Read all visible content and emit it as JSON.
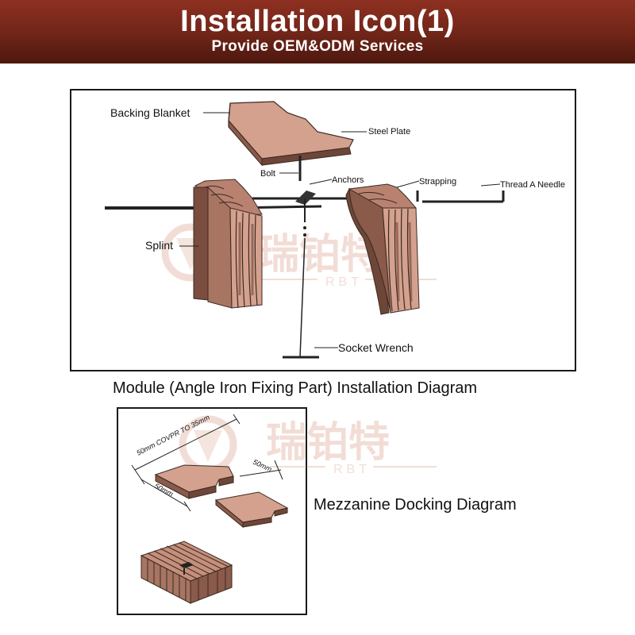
{
  "header": {
    "title": "Installation Icon(1)",
    "subtitle": "Provide OEM&ODM Services"
  },
  "module_diagram": {
    "labels": {
      "backing_blanket": "Backing Blanket",
      "steel_plate": "Steel Plate",
      "bolt": "Bolt",
      "anchors": "Anchors",
      "strapping": "Strapping",
      "thread_a_needle": "Thread A Needle",
      "splint": "Splint",
      "socket_wrench": "Socket Wrench"
    },
    "caption": "Module (Angle Iron Fixing Part) Installation Diagram"
  },
  "mezzanine_diagram": {
    "labels": {
      "cover": "50mm COVPR TO 35mm",
      "dim_right": "50mm",
      "dim_left": "50mm",
      "dim_side": "50mm"
    },
    "caption": "Mezzanine Docking Diagram"
  },
  "watermark": {
    "logo_text": "瑞铂特",
    "sub_text": "RBT"
  },
  "colors": {
    "banner": "#7a2a1c",
    "block_face": "#d4a18e",
    "block_side": "#8a5a4a",
    "block_dark": "#5e3a2e"
  }
}
